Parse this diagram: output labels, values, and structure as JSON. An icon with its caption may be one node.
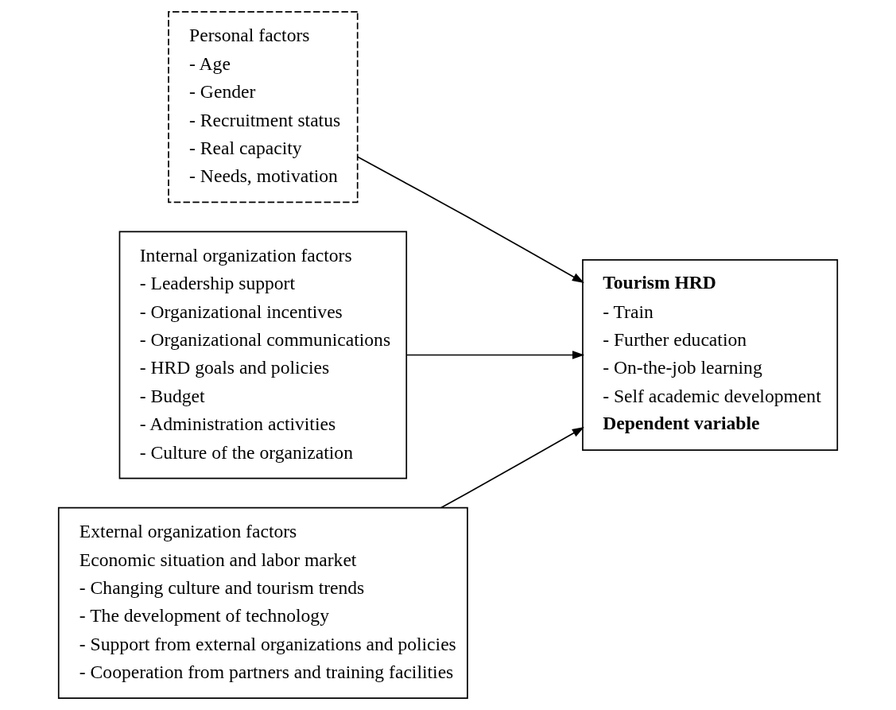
{
  "diagram": {
    "nodes": [
      {
        "text": [
          "Personal factors",
          "- Age",
          "- Gender",
          "- Recruitment status",
          "- Real capacity",
          "- Needs, motivation"
        ]
      },
      {
        "text": [
          "Internal organization factors",
          "- Leadership support",
          "- Organizational incentives",
          "- Organizational communications",
          "- HRD goals and policies",
          "- Budget",
          "- Administration activities",
          "- Culture of the organization"
        ]
      },
      {
        "text": [
          "External organization factors",
          "Economic situation and labor market",
          "- Changing culture and tourism trends",
          "- The development of technology",
          "- Support from external organizations and policies",
          "- Cooperation from partners and training facilities"
        ]
      },
      {
        "text": [
          "Tourism HRD",
          "- Train",
          "- Further education",
          "- On-the-job learning",
          "- Self academic development",
          "Dependent variable"
        ]
      }
    ],
    "edges": [
      {
        "from": 0,
        "to": 3,
        "arrow": "to"
      },
      {
        "from": 1,
        "to": 3,
        "arrow": "to"
      },
      {
        "from": 2,
        "to": 3,
        "arrow": "to"
      }
    ]
  }
}
